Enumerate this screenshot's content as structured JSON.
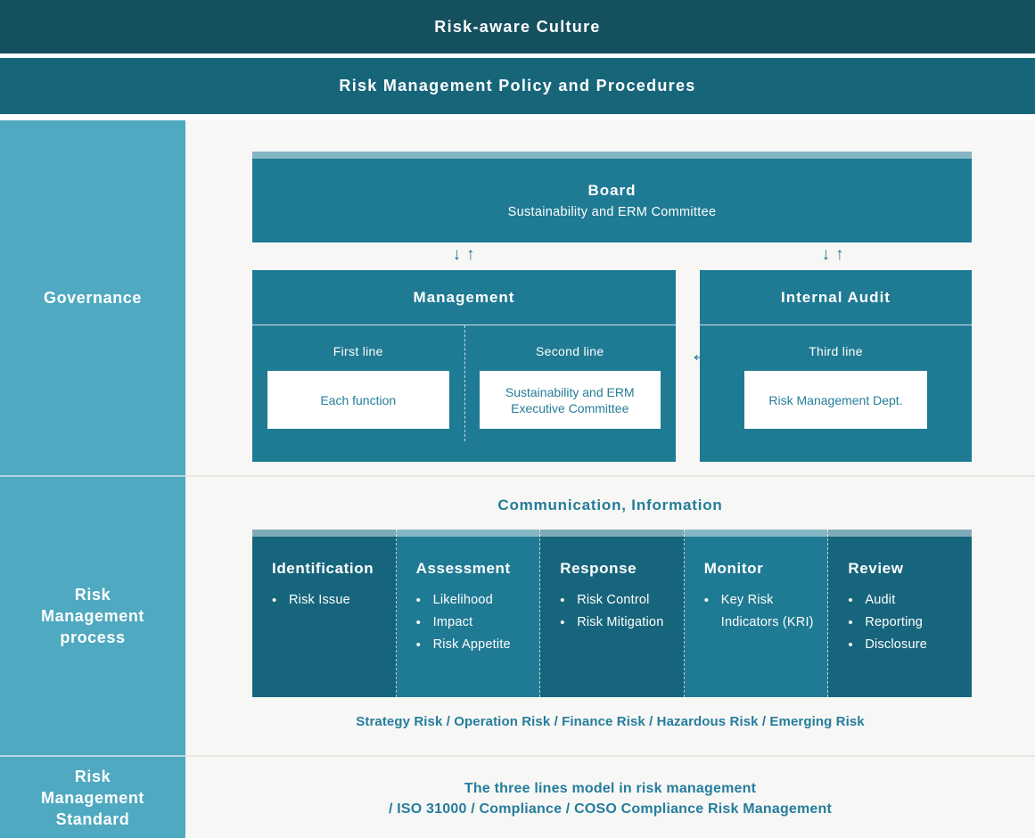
{
  "colors": {
    "top_banner": "#15505f",
    "second_banner": "#176579",
    "sidebar": "#4fa9c1",
    "box_teal": "#1f7a94",
    "box_dark_teal": "#17657c",
    "content_bg": "#f7f7f5",
    "teal_text": "#237c98",
    "white": "#ffffff"
  },
  "banners": {
    "culture": "Risk-aware Culture",
    "policy": "Risk Management Policy and Procedures"
  },
  "sidebar": {
    "sections": [
      {
        "label": "Governance"
      },
      {
        "label": "Risk Management process"
      },
      {
        "label": "Risk Management Standard"
      }
    ]
  },
  "governance": {
    "board": {
      "title": "Board",
      "subtitle": "Sustainability and ERM Committee"
    },
    "arrows": {
      "down": "↓",
      "up": "↑",
      "left_right": "↔"
    },
    "management": {
      "title": "Management",
      "columns": [
        {
          "line": "First line",
          "box": "Each function"
        },
        {
          "line": "Second line",
          "box": "Sustainability and ERM Executive Committee"
        }
      ]
    },
    "internal_audit": {
      "title": "Internal Audit",
      "line": "Third line",
      "box": "Risk Management Dept."
    }
  },
  "process": {
    "heading": "Communication, Information",
    "columns": [
      {
        "title": "Identification",
        "shade": "dark",
        "items": [
          "Risk Issue"
        ]
      },
      {
        "title": "Assessment",
        "shade": "light",
        "items": [
          "Likelihood",
          "Impact",
          "Risk Appetite"
        ]
      },
      {
        "title": "Response",
        "shade": "dark",
        "items": [
          "Risk Control",
          "Risk Mitigation"
        ]
      },
      {
        "title": "Monitor",
        "shade": "light",
        "items": [
          "Key Risk Indicators (KRI)"
        ]
      },
      {
        "title": "Review",
        "shade": "dark",
        "items": [
          "Audit",
          "Reporting",
          "Disclosure"
        ]
      }
    ],
    "risk_types": "Strategy Risk / Operation Risk / Finance Risk / Hazardous Risk / Emerging Risk"
  },
  "standard": {
    "line1": "The three lines model in risk management",
    "line2": "/ ISO 31000 / Compliance / COSO Compliance Risk Management"
  }
}
